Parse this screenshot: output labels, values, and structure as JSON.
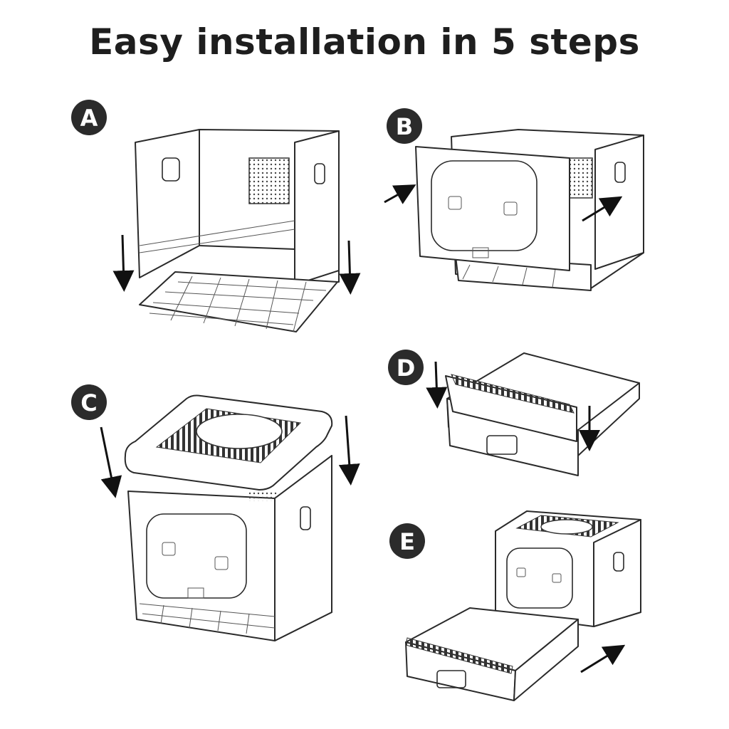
{
  "title": "Easy installation in 5 steps",
  "steps": [
    {
      "label": "A"
    },
    {
      "label": "B"
    },
    {
      "label": "C"
    },
    {
      "label": "D"
    },
    {
      "label": "E"
    }
  ],
  "colors": {
    "ink": "#1e1e1e",
    "badge": "#2b2b2b",
    "background": "#ffffff"
  }
}
